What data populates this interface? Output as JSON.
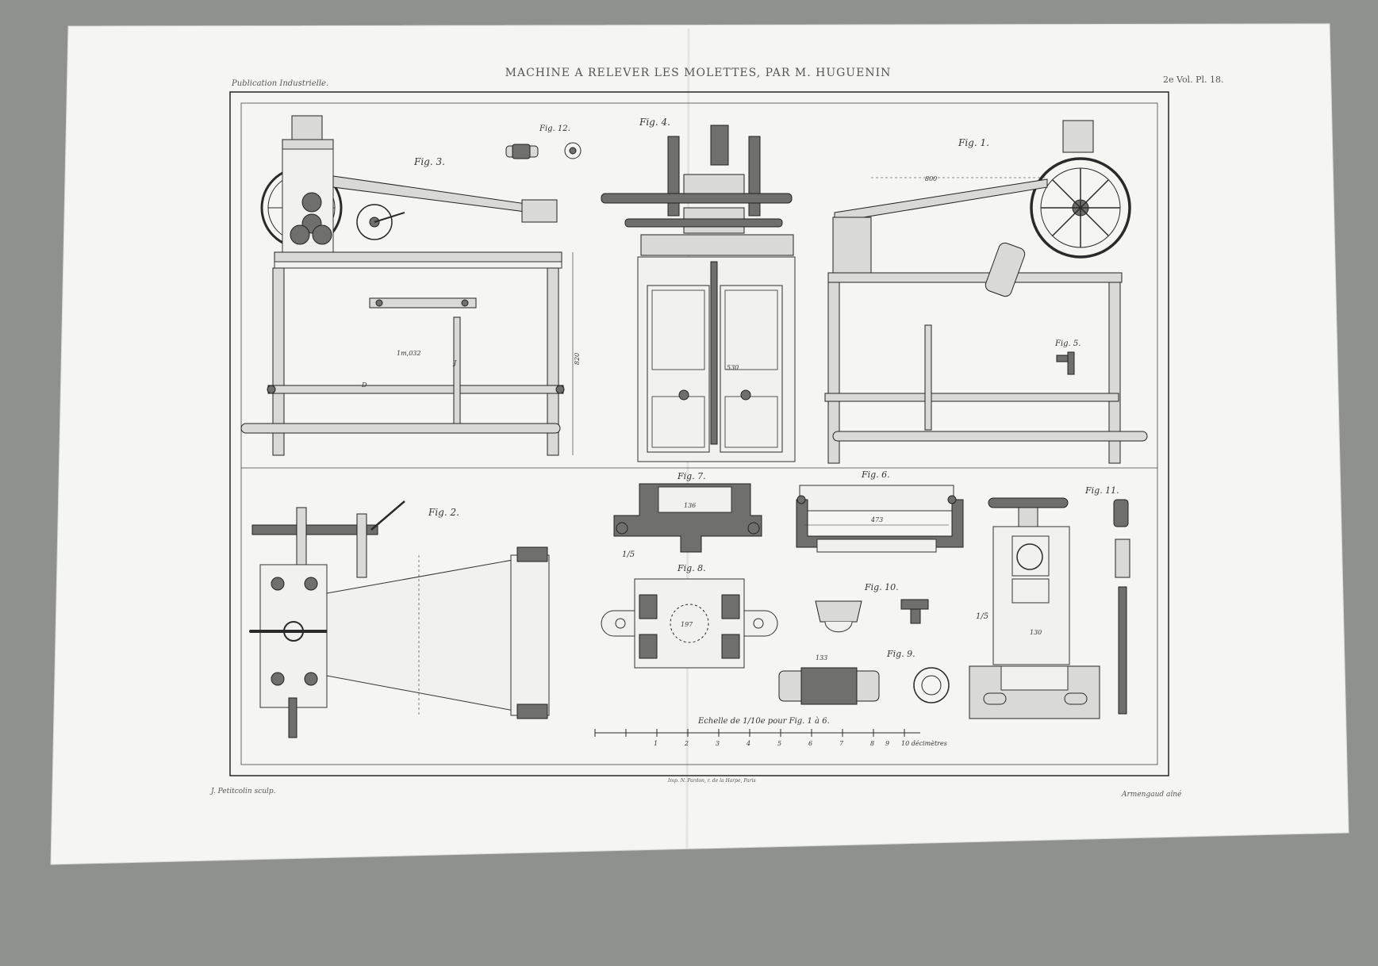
{
  "plate": {
    "title": "MACHINE A RELEVER LES MOLETTES, PAR M. HUGUENIN",
    "publication": "Publication Industrielle.",
    "volume": "2e Vol. Pl. 18.",
    "engraver": "J. Petitcolin sculp.",
    "printer": "Imp. N. Pardon, r. de la Harpe, Paris",
    "author": "Armengaud aîné"
  },
  "figures": {
    "fig1": "Fig. 1.",
    "fig2": "Fig. 2.",
    "fig3": "Fig. 3.",
    "fig4": "Fig. 4.",
    "fig5": "Fig. 5.",
    "fig6": "Fig. 6.",
    "fig7": "Fig. 7.",
    "fig8": "Fig. 8.",
    "fig9": "Fig. 9.",
    "fig10": "Fig. 10.",
    "fig11": "Fig. 11.",
    "fig12": "Fig. 12."
  },
  "scale": {
    "caption": "Echelle de 1/10e pour Fig. 1 à 6.",
    "ticks": [
      "1",
      "2",
      "3",
      "4",
      "5",
      "6",
      "7",
      "8",
      "9",
      "10 décimètres"
    ]
  },
  "annotations": {
    "ratio_fig7": "1/5",
    "ratio_fig11": "1/5",
    "dim_fig3": "1m,032",
    "dim_fig3_height": "820",
    "dim_fig4": "530",
    "dim_fig1": "800",
    "dim_fig6": "473",
    "dim_fig7": "136",
    "dim_fig8": "197",
    "dim_fig9": "133",
    "dim_fig11": "130"
  }
}
